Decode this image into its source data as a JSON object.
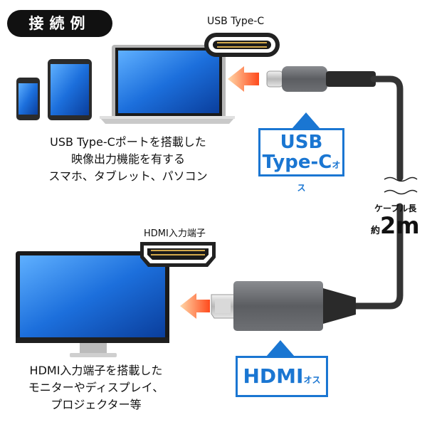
{
  "title": "接続例",
  "usb_port_label": "USB Type-C",
  "top_description": [
    "USB Type-Cポートを搭載した",
    "映像出力機能を有する",
    "スマホ、タブレット、パソコン"
  ],
  "usb_callout": {
    "line1": "USB",
    "line2": "Type-C",
    "suffix": "オス"
  },
  "cable": {
    "label": "ケーブル長",
    "prefix": "約",
    "value": "2m"
  },
  "hdmi_port_label": "HDMI入力端子",
  "bottom_description": [
    "HDMI入力端子を搭載した",
    "モニターやディスプレイ、",
    "プロジェクター等"
  ],
  "hdmi_callout": {
    "main": "HDMI",
    "suffix": "オス"
  },
  "colors": {
    "accent": "#1a76d2",
    "screen": "#1c6fdc",
    "badge": "#111111",
    "arrow": "#ff5a2a"
  }
}
